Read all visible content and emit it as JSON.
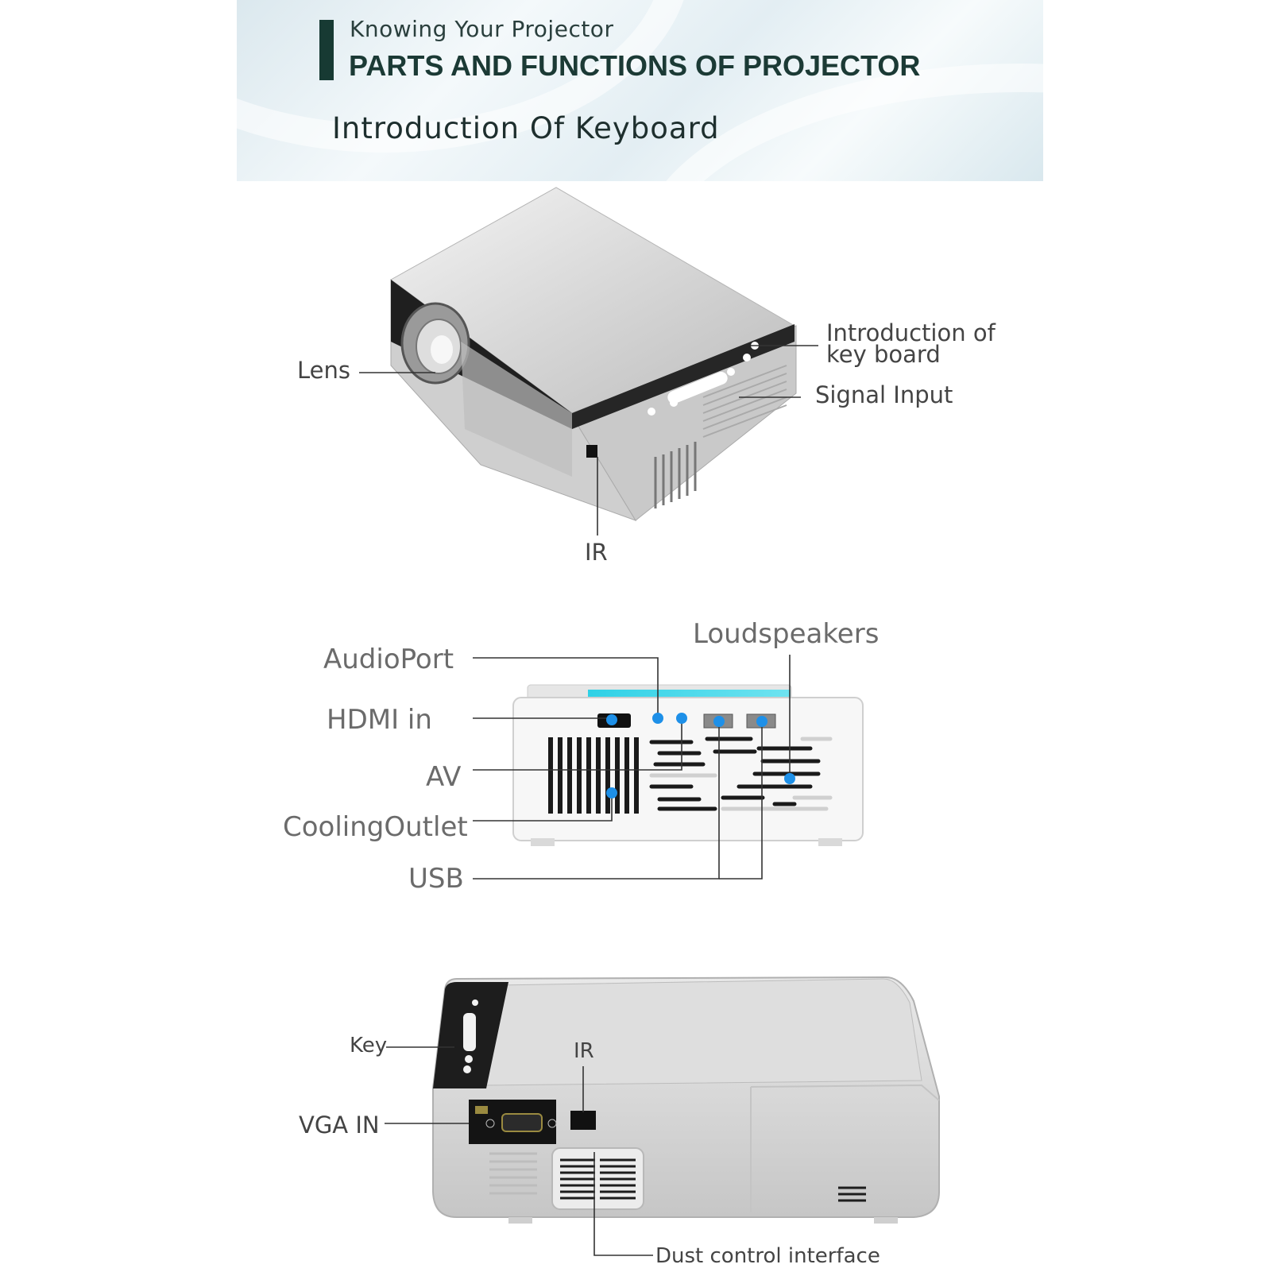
{
  "header": {
    "kicker": "Knowing Your Projector",
    "title": "PARTS AND FUNCTIONS OF PROJECTOR",
    "subtitle": "Introduction Of Keyboard"
  },
  "view_top": {
    "lens": "Lens",
    "keyboard_line1": "Introduction of",
    "keyboard_line2": "key board",
    "signal_input": "Signal Input",
    "ir": "IR"
  },
  "view_back": {
    "loudspeakers": "Loudspeakers",
    "audio_port": "AudioPort",
    "hdmi_in": "HDMI  in",
    "av": "AV",
    "cooling_outlet": "CoolingOutlet",
    "usb": "USB"
  },
  "view_side": {
    "key": "Key",
    "ir": "IR",
    "vga_in": "VGA IN",
    "dust_control": "Dust control interface"
  },
  "colors": {
    "accent_dot": "#1e90e8",
    "header_bar": "#173a33"
  }
}
